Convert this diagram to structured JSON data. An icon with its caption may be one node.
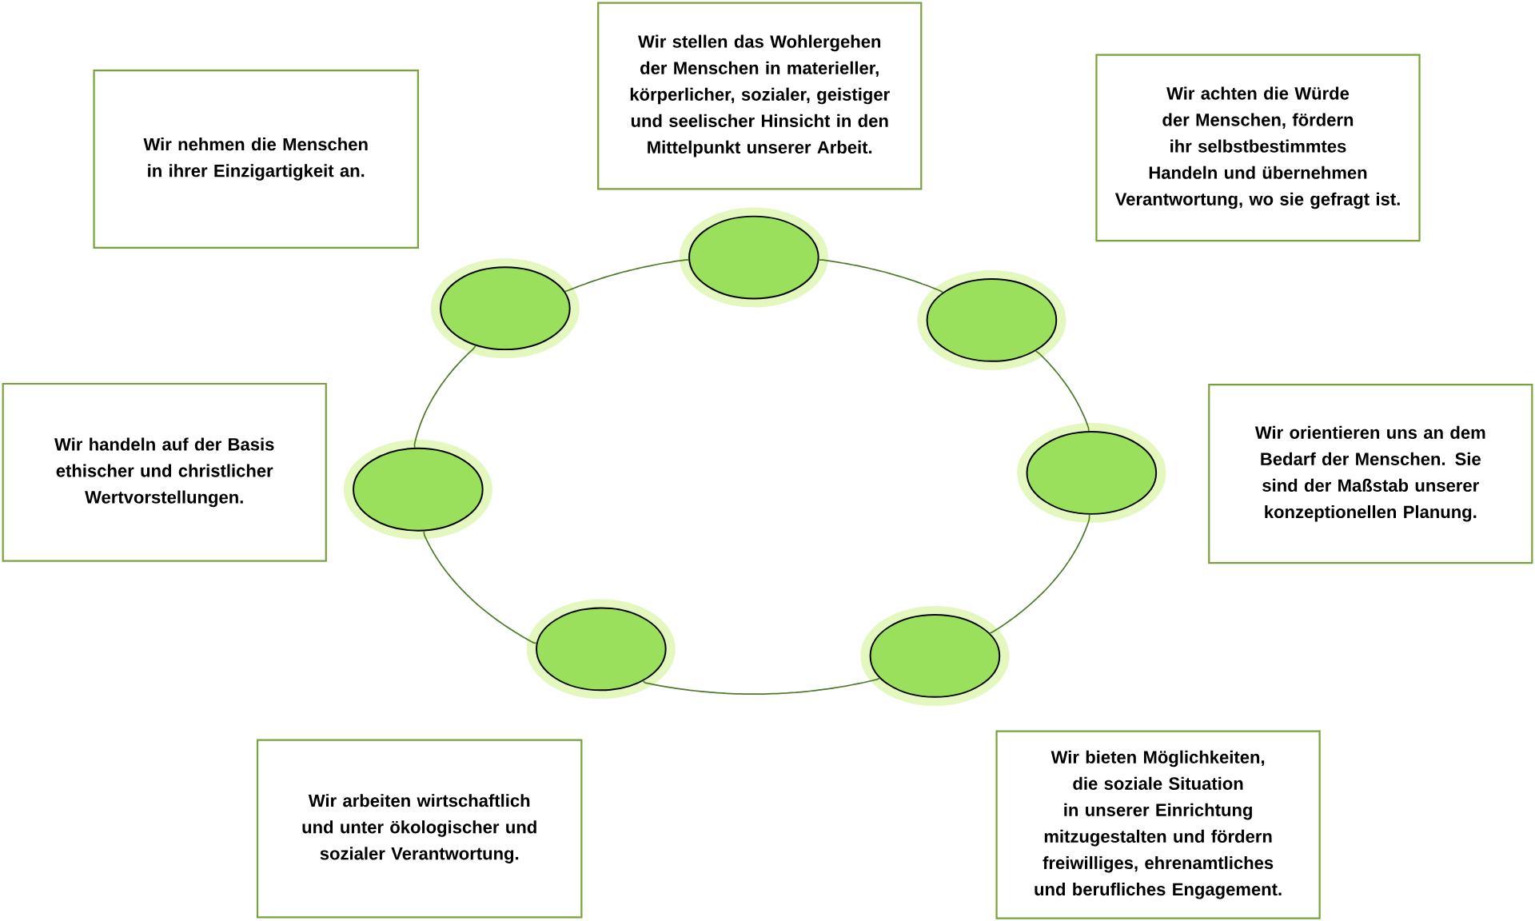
{
  "diagram": {
    "nodes": [
      {
        "text": [
          "Wir nehmen die Menschen in ihrer Einzigartigkeit an."
        ]
      },
      {
        "text": [
          "Wir stellen das Wohlergehen der Menschen in materieller, körperlicher, sozialer, geistiger und seelischer Hinsicht in den Mittelpunkt unserer Arbeit."
        ]
      },
      {
        "text": [
          "Wir achten die Würde der Menschen, fördern ihr selbstbestimmtes Handeln und übernehmen Verantwortung, wo sie gefragt ist."
        ]
      },
      {
        "text": [
          "Wir handeln auf der Basis ethischer und christlicher Wertvorstellungen."
        ]
      },
      {
        "text": [
          "Wir orientieren uns an dem Bedarf der Menschen. Sie sind der Maßstab unserer konzeptionellen Planung."
        ]
      },
      {
        "text": [
          "Wir arbeiten wirtschaftlich und unter ökologischer und sozialer Verantwortung."
        ]
      },
      {
        "text": [
          "Wir bieten Möglichkeiten, die soziale Situation in unserer Einrichtung mitzugestalten und fördern freiwilliges, ehrenamtliches und berufliches Engagement."
        ]
      },
      {
        "text": [],
        "shape": "ellipse"
      },
      {
        "text": [],
        "shape": "ellipse"
      },
      {
        "text": [],
        "shape": "ellipse"
      },
      {
        "text": [],
        "shape": "ellipse"
      },
      {
        "text": [],
        "shape": "ellipse"
      },
      {
        "text": [],
        "shape": "ellipse"
      },
      {
        "text": [],
        "shape": "ellipse"
      }
    ],
    "edges": [
      {
        "from": 10,
        "to": 12,
        "arrow": "none"
      },
      {
        "from": 12,
        "to": 13,
        "arrow": "none"
      },
      {
        "from": 13,
        "to": 11,
        "arrow": "none"
      },
      {
        "from": 11,
        "to": 9,
        "arrow": "none"
      },
      {
        "from": 9,
        "to": 7,
        "arrow": "none"
      },
      {
        "from": 7,
        "to": 8,
        "arrow": "none"
      },
      {
        "from": 8,
        "to": 10,
        "arrow": "none"
      }
    ]
  }
}
